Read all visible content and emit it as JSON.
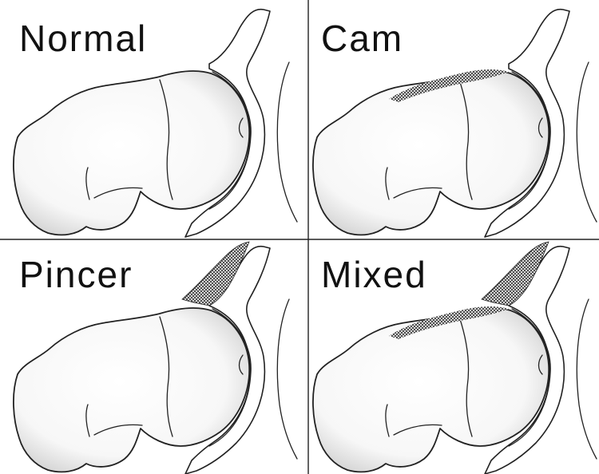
{
  "figure": {
    "panels": [
      {
        "label": "Normal",
        "cam": false,
        "pincer": false
      },
      {
        "label": "Cam",
        "cam": true,
        "pincer": false
      },
      {
        "label": "Pincer",
        "cam": false,
        "pincer": true
      },
      {
        "label": "Mixed",
        "cam": true,
        "pincer": true
      }
    ]
  }
}
